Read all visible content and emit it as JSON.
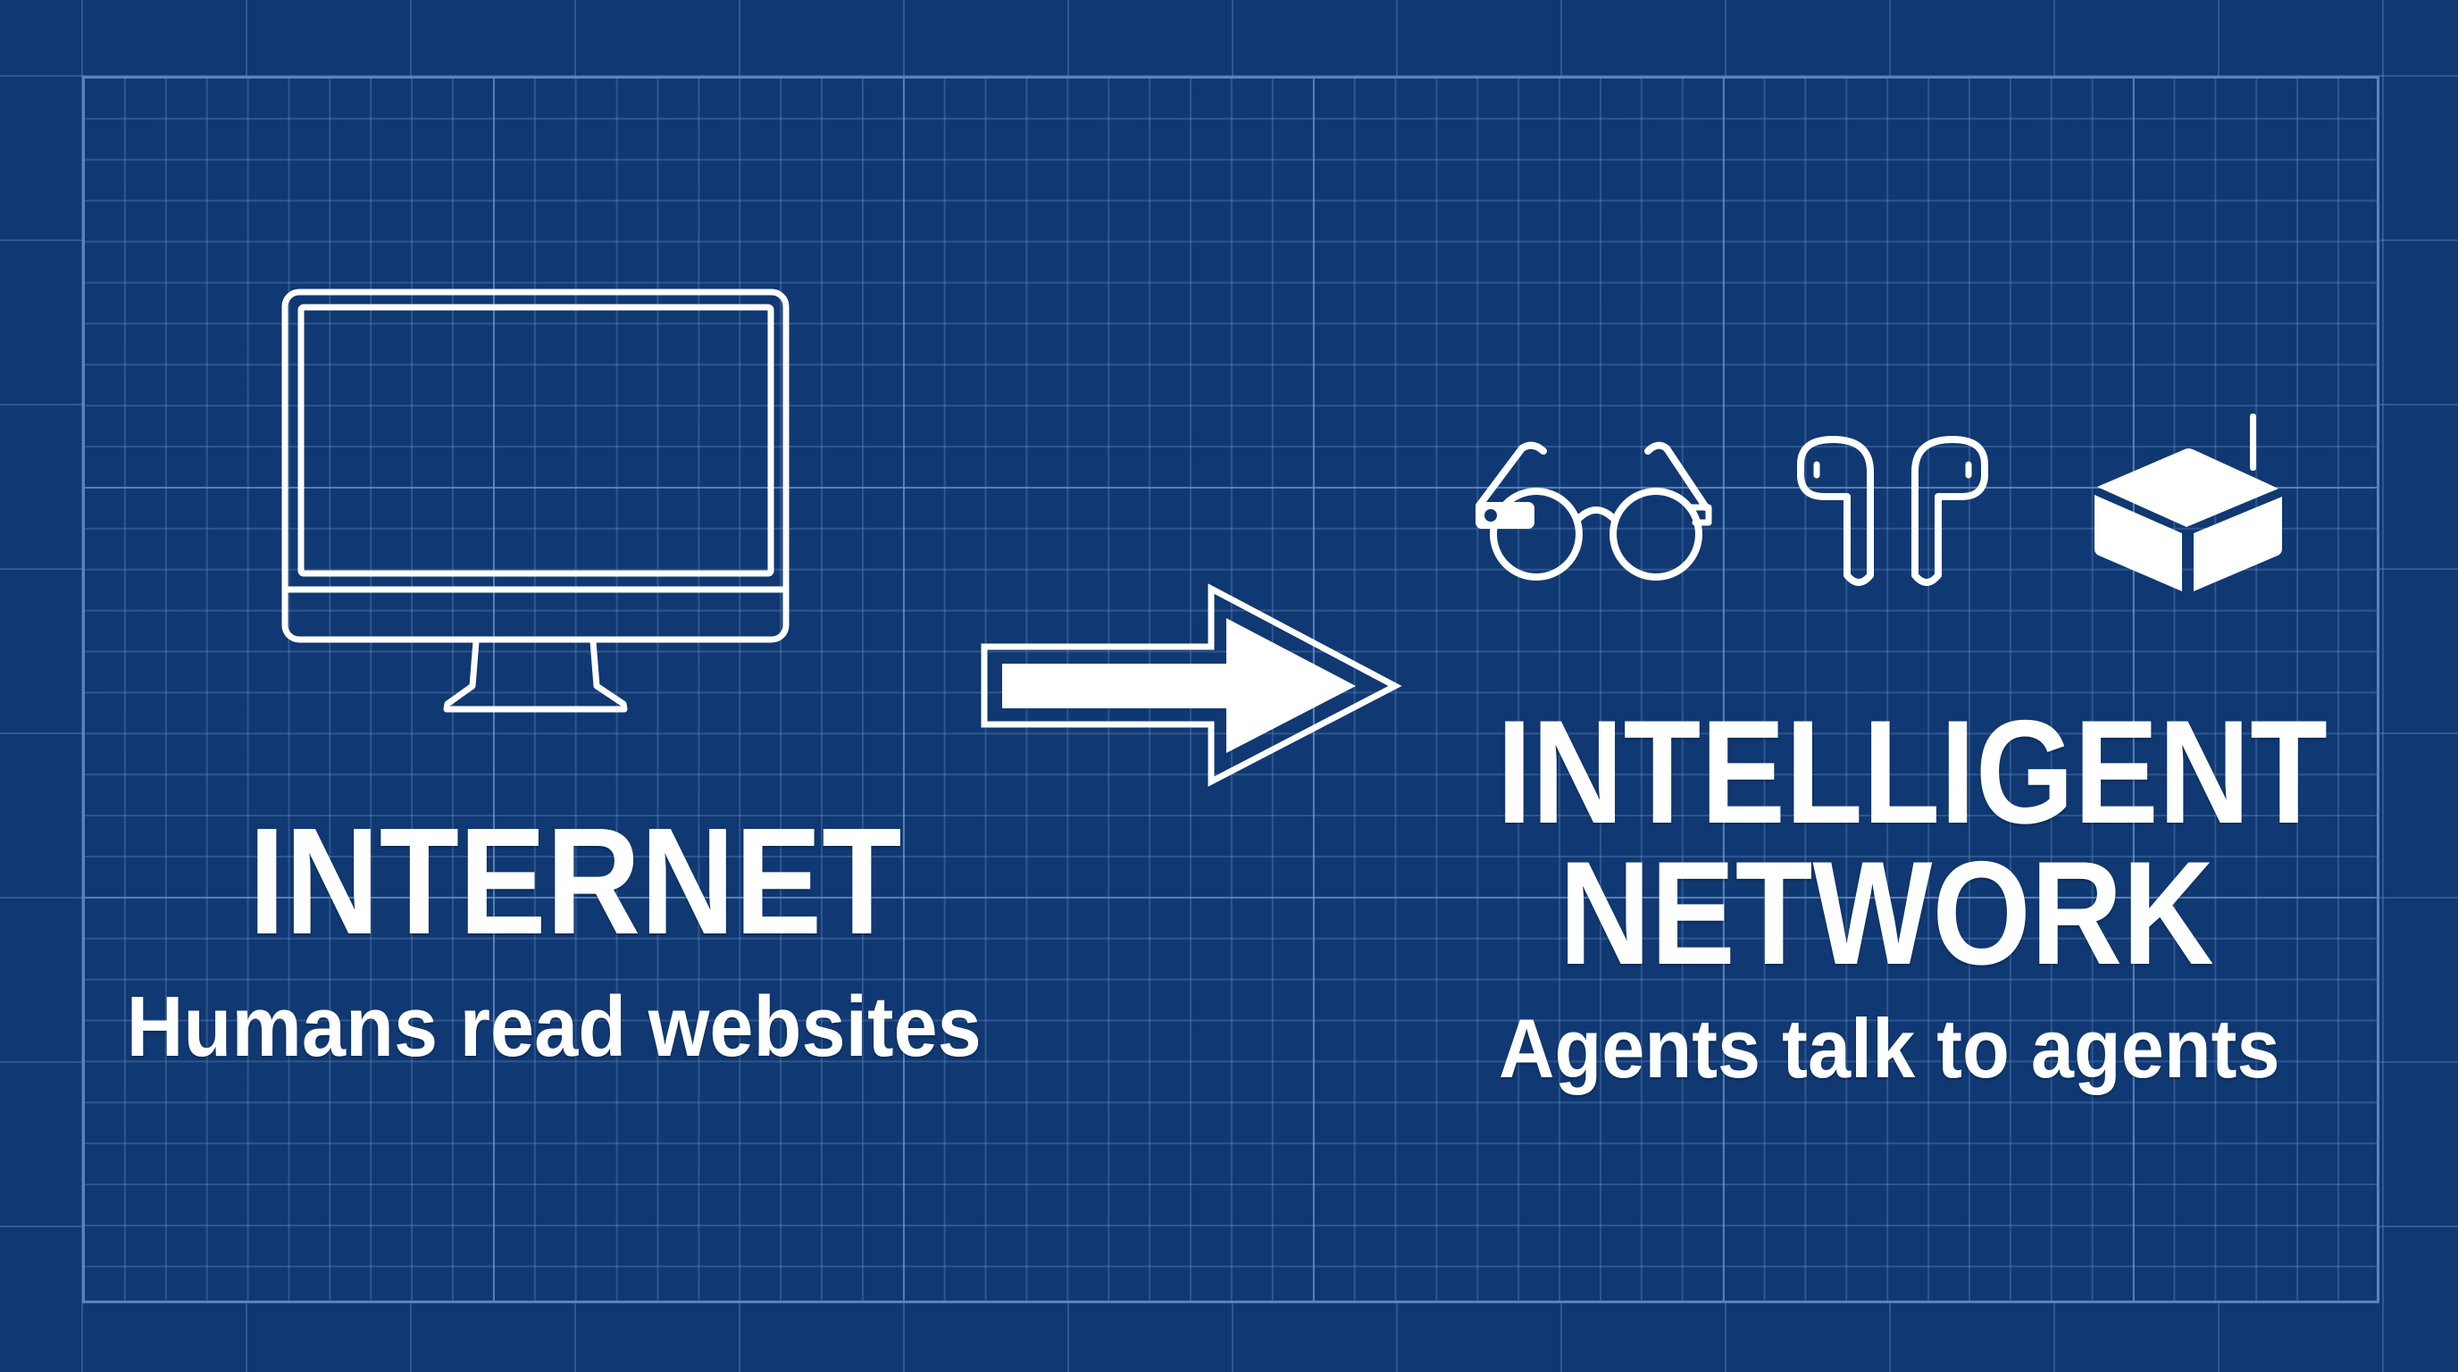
{
  "colors": {
    "background": "#103872",
    "grid_minor": "#3a64a0",
    "grid_major": "#5a82bb",
    "foreground": "#ffffff"
  },
  "left_panel": {
    "icon": "desktop-monitor-icon",
    "title": "INTERNET",
    "subtitle": "Humans read websites"
  },
  "transition": {
    "icon": "right-arrow-icon"
  },
  "right_panel": {
    "icons": [
      "smart-glasses-icon",
      "wireless-earbuds-icon",
      "smart-hub-box-icon"
    ],
    "title_line1": "INTELLIGENT",
    "title_line2": "NETWORK",
    "subtitle": "Agents talk to agents"
  }
}
